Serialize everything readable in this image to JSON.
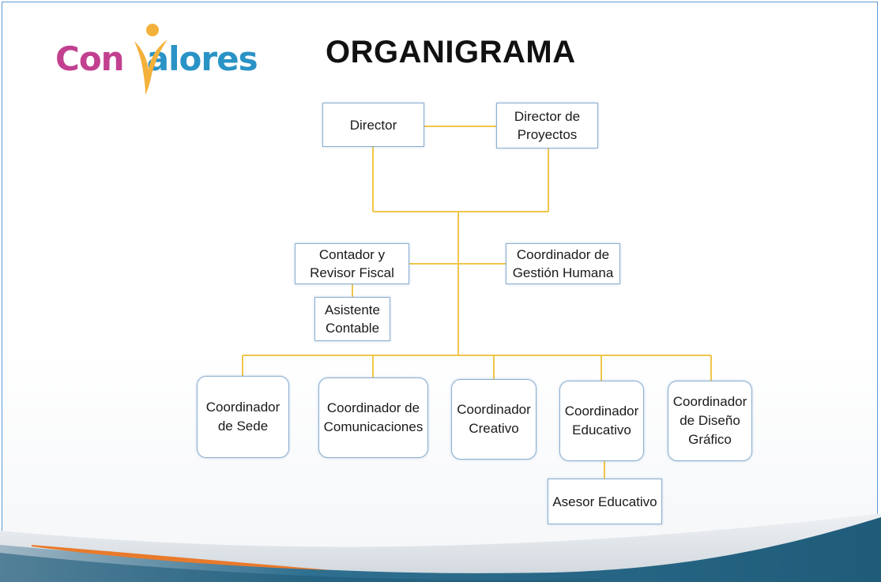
{
  "logo": {
    "part1": "Con",
    "part2": "V",
    "part3": "alores",
    "colors": {
      "con": "#c2408f",
      "v": "#f3b13b",
      "alores": "#2a93c6"
    }
  },
  "title": "ORGANIGRAMA",
  "colors": {
    "connector": "#f0c64a",
    "box_border": "#8aaed0",
    "swoosh_dark": "#1f5c7a",
    "swoosh_accent": "#e87a2c"
  },
  "nodes": {
    "director": "Director",
    "director_proyectos": "Director de\nProyectos",
    "contador": "Contador y\nRevisor Fiscal",
    "gestion_humana": "Coordinador de\nGestión Humana",
    "asistente_contable": "Asistente\nContable",
    "coord_sede": "Coordinador\nde Sede",
    "coord_comunicaciones": "Coordinador de\nComunicaciones",
    "coord_creativo": "Coordinador\nCreativo",
    "coord_educativo": "Coordinador\nEducativo",
    "coord_diseno": "Coordinador\nde Diseño\nGráfico",
    "asesor_educativo": "Asesor Educativo"
  }
}
